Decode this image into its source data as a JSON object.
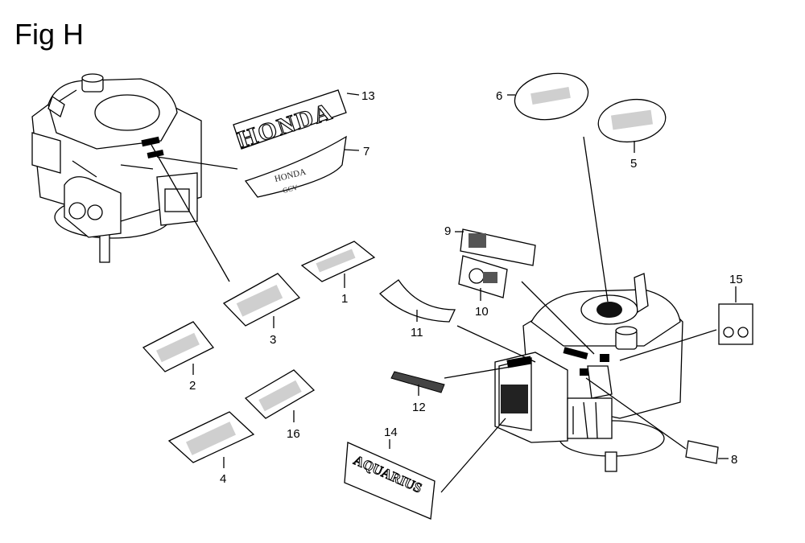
{
  "figure": {
    "title": "Fig H"
  },
  "decal_text": {
    "honda_large": "HONDA",
    "honda_small": "HONDA",
    "gcv": "GCV",
    "brand_14": "AQUARIUS"
  },
  "callouts": [
    {
      "id": "1",
      "label": "1"
    },
    {
      "id": "2",
      "label": "2"
    },
    {
      "id": "3",
      "label": "3"
    },
    {
      "id": "4",
      "label": "4"
    },
    {
      "id": "5",
      "label": "5"
    },
    {
      "id": "6",
      "label": "6"
    },
    {
      "id": "7",
      "label": "7"
    },
    {
      "id": "8",
      "label": "8"
    },
    {
      "id": "9",
      "label": "9"
    },
    {
      "id": "10",
      "label": "10"
    },
    {
      "id": "11",
      "label": "11"
    },
    {
      "id": "12",
      "label": "12"
    },
    {
      "id": "13",
      "label": "13"
    },
    {
      "id": "14",
      "label": "14"
    },
    {
      "id": "15",
      "label": "15"
    },
    {
      "id": "16",
      "label": "16"
    }
  ]
}
